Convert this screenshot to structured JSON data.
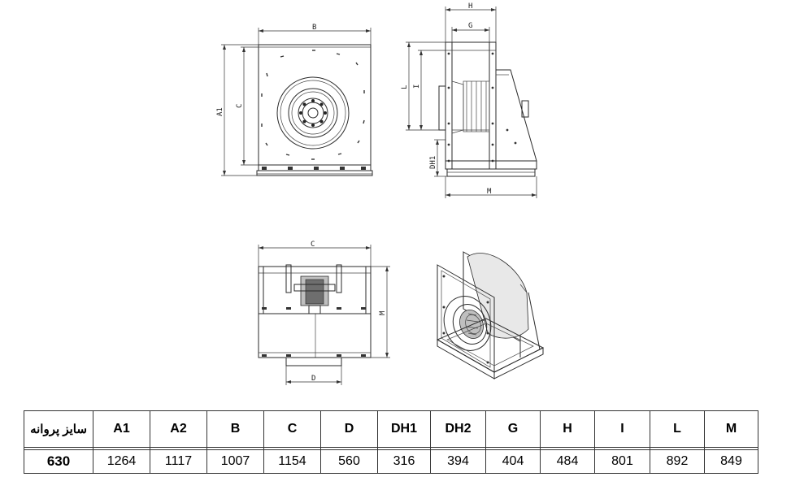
{
  "views": {
    "front": {
      "dim_b": "B",
      "dim_a1": "A1",
      "dim_c": "C"
    },
    "side": {
      "dim_h": "H",
      "dim_g": "G",
      "dim_l": "L",
      "dim_i": "I",
      "dim_dh1": "DH1",
      "dim_m": "M"
    },
    "top": {
      "dim_c": "C",
      "dim_m": "M",
      "dim_d": "D"
    }
  },
  "table": {
    "size_label": "سایز پروانه",
    "columns": [
      "A1",
      "A2",
      "B",
      "C",
      "D",
      "DH1",
      "DH2",
      "G",
      "H",
      "I",
      "L",
      "M"
    ],
    "rows": [
      {
        "size": "630",
        "values": [
          "1264",
          "1117",
          "1007",
          "1154",
          "560",
          "316",
          "394",
          "404",
          "484",
          "801",
          "892",
          "849"
        ]
      }
    ]
  }
}
